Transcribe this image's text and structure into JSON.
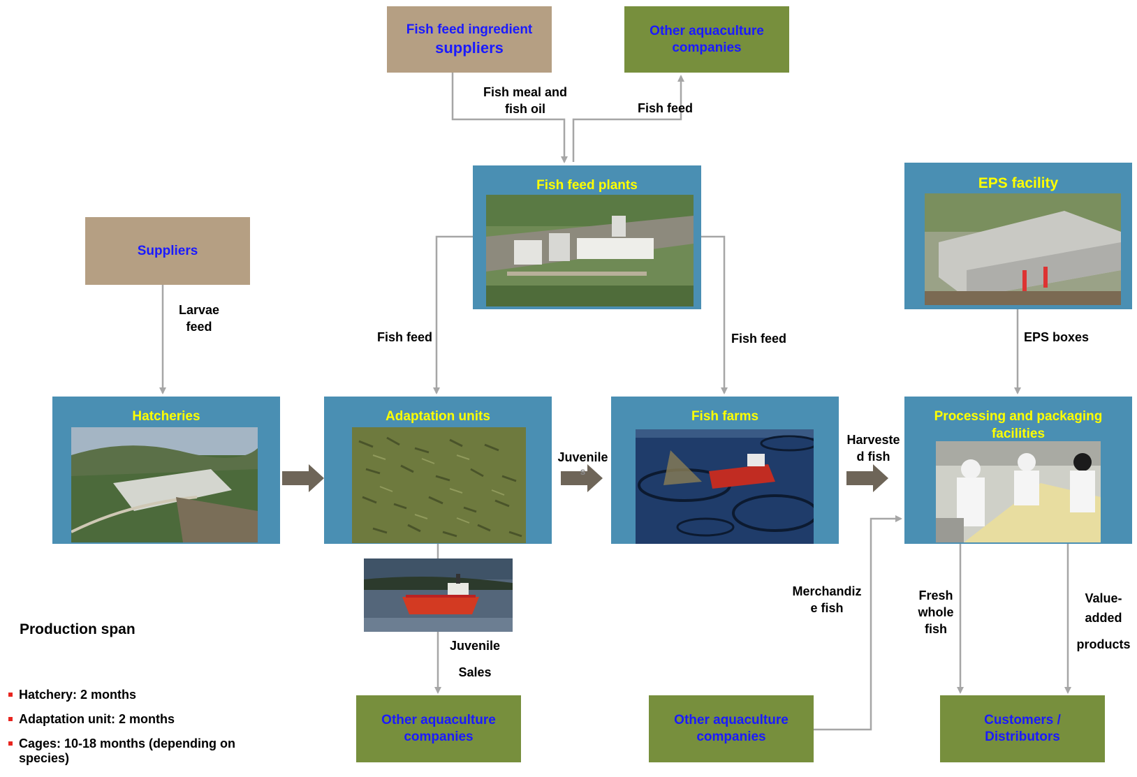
{
  "nodes": {
    "fish_feed_ingredient_suppliers": {
      "line1": "Fish feed ingredient",
      "line2": "suppliers"
    },
    "other_aquaculture_top": {
      "line1": "Other aquaculture",
      "line2": "companies"
    },
    "fish_feed_plants": "Fish feed plants",
    "eps_facility": "EPS facility",
    "suppliers": "Suppliers",
    "hatcheries": "Hatcheries",
    "adaptation_units": "Adaptation units",
    "fish_farms": "Fish farms",
    "processing": {
      "line1": "Processing and packaging",
      "line2": "facilities"
    },
    "other_aquaculture_bottom_left": {
      "line1": "Other aquaculture",
      "line2": "companies"
    },
    "other_aquaculture_bottom_mid": {
      "line1": "Other aquaculture",
      "line2": "companies"
    },
    "customers": {
      "line1": "Customers /",
      "line2": "Distributors"
    }
  },
  "edges": {
    "fish_meal": {
      "line1": "Fish meal and",
      "line2": "fish oil"
    },
    "fish_feed_top": "Fish feed",
    "larvae_feed": {
      "line1": "Larvae",
      "line2": "feed"
    },
    "fish_feed_left": "Fish feed",
    "fish_feed_right": "Fish feed",
    "eps_boxes": "EPS boxes",
    "juveniles": {
      "line1": "Juvenile",
      "line2": "s"
    },
    "harvested": {
      "line1": "Harveste",
      "line2": "d fish"
    },
    "juvenile_sales": {
      "line1": "Juvenile",
      "line2": "Sales"
    },
    "merchandize": {
      "line1": "Merchandiz",
      "line2": "e fish"
    },
    "fresh_whole": {
      "line1": "Fresh",
      "line2": "whole",
      "line3": "fish"
    },
    "value_added": {
      "line1": "Value-",
      "line2": "added",
      "line3": "products"
    }
  },
  "production_span": {
    "title": "Production span",
    "items": [
      "Hatchery: 2 months",
      "Adaptation unit: 2 months",
      "Cages: 10-18 months (depending on species)"
    ]
  },
  "colors": {
    "tan_box": "#b59f83",
    "green_box": "#778f3d",
    "blue_box": "#4a8fb3",
    "title_yellow": "#ffff00",
    "node_text_blue": "#1a1aff",
    "connector_gray": "#a6a6a6",
    "flow_arrow": "#6e6558",
    "bullet_red": "#e8251f"
  },
  "icons": {
    "fish_feed_plants_photo": "industrial-plant-aerial-photo",
    "eps_facility_photo": "factory-building-photo",
    "hatcheries_photo": "hatchery-aerial-photo",
    "adaptation_units_photo": "juvenile-fish-school-photo",
    "fish_farms_photo": "sea-cages-boat-photo",
    "processing_photo": "workers-processing-photo",
    "transport_vessel_photo": "transport-vessel-photo"
  }
}
